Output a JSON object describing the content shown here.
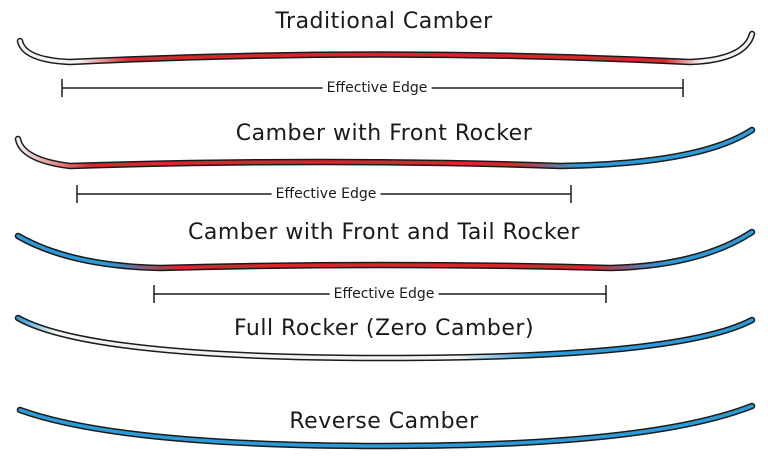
{
  "profiles": [
    {
      "title": "Traditional Camber",
      "edge_label": "Effective Edge"
    },
    {
      "title": "Camber with Front Rocker",
      "edge_label": "Effective Edge"
    },
    {
      "title": "Camber with Front and Tail Rocker",
      "edge_label": "Effective Edge"
    },
    {
      "title": "Full Rocker (Zero Camber)"
    },
    {
      "title": "Reverse Camber"
    }
  ],
  "colors": {
    "camber": "#d7262c",
    "rocker": "#2b9ad6",
    "tip_white": "#f2f2f2",
    "outline": "#1a1a1a"
  }
}
